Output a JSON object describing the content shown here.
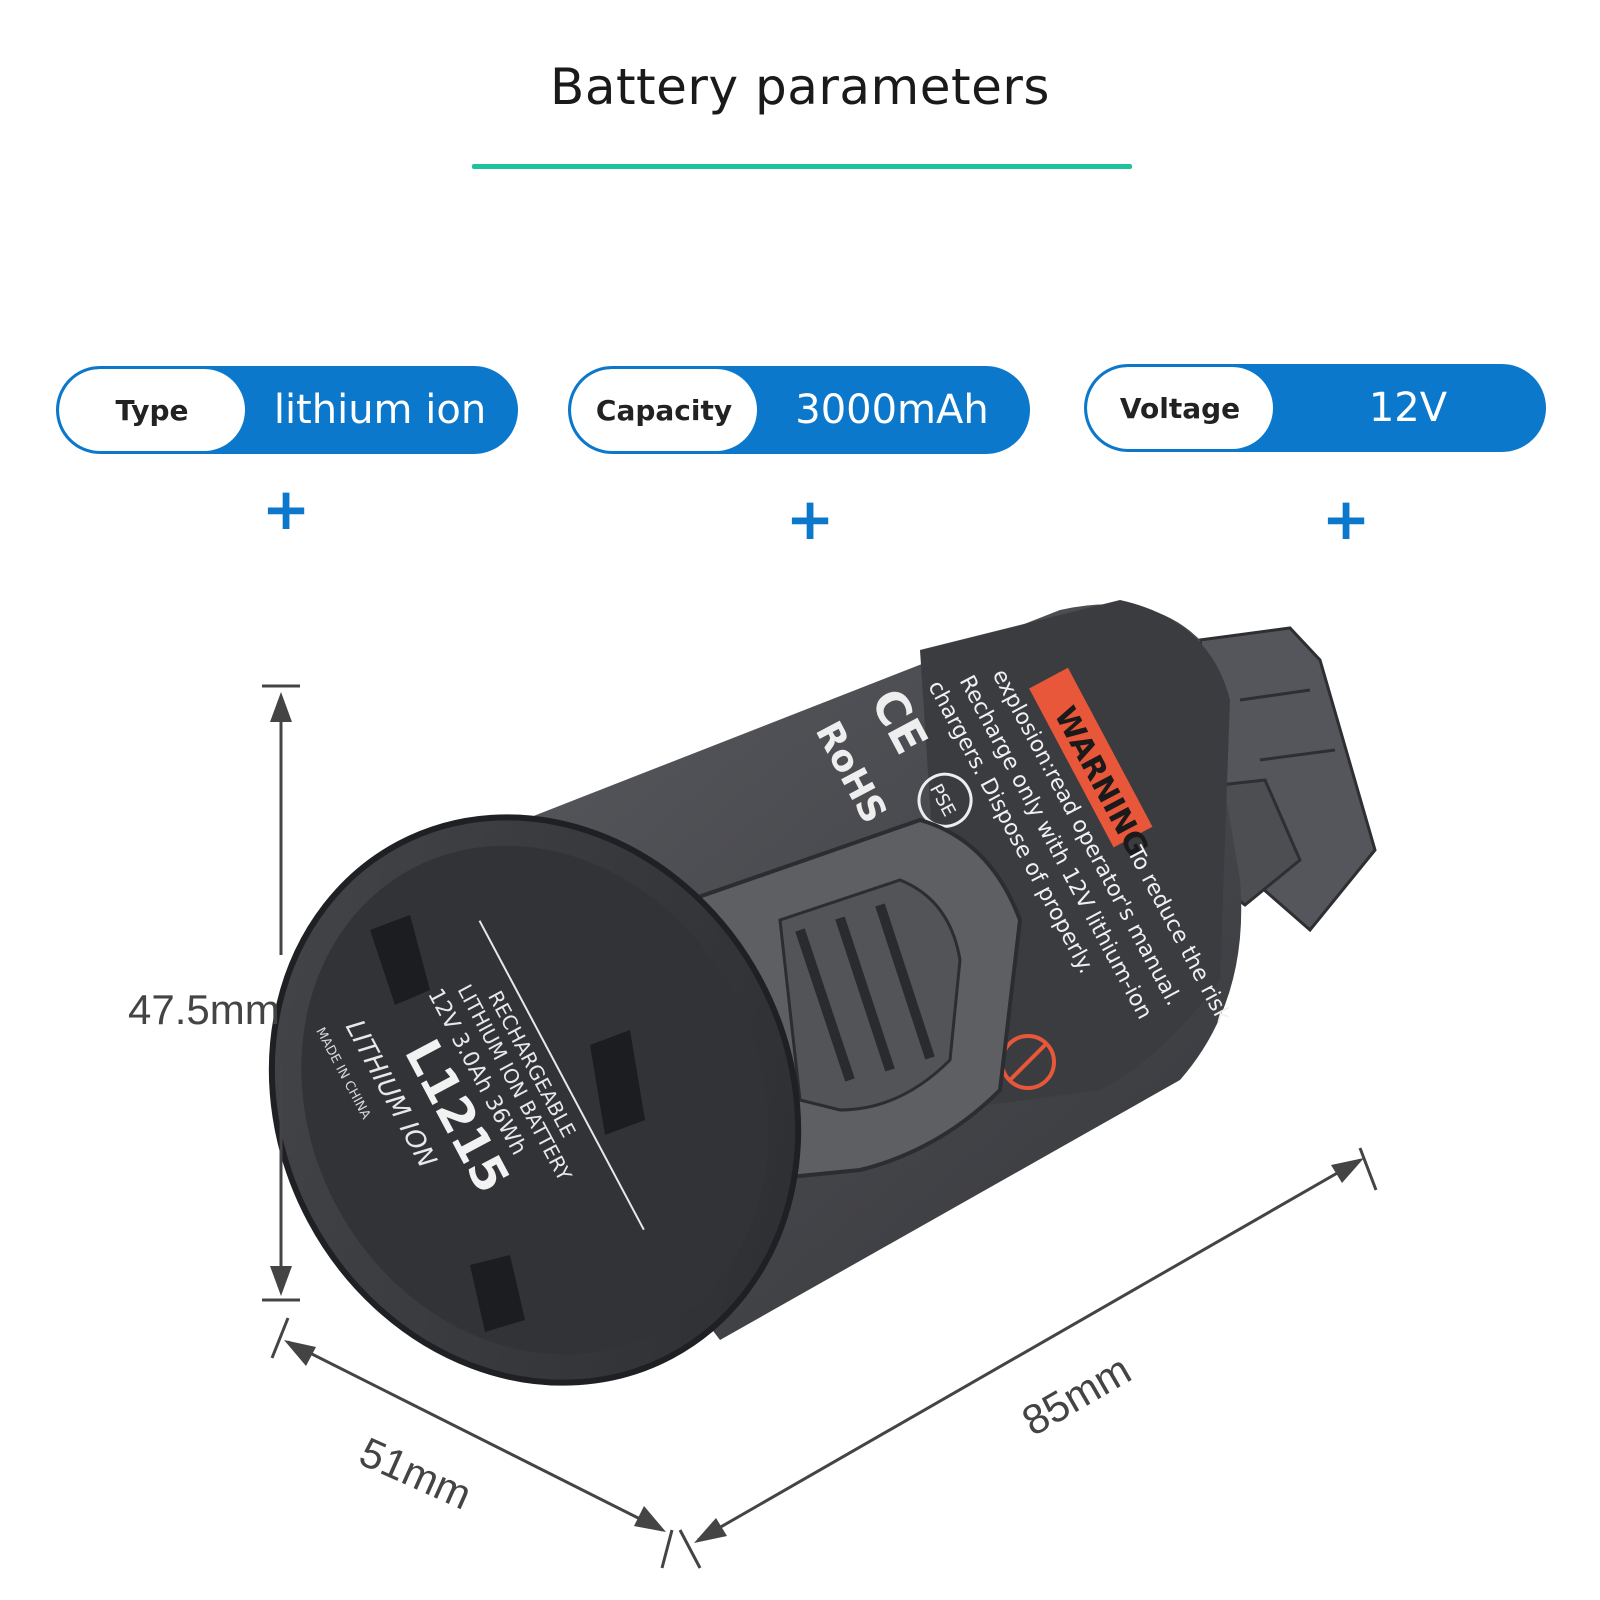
{
  "header": {
    "title": "Battery parameters",
    "accent_color": "#1fc29c"
  },
  "specs": [
    {
      "label": "Type",
      "value": "lithium ion"
    },
    {
      "label": "Capacity",
      "value": "3000mAh"
    },
    {
      "label": "Voltage",
      "value": "12V"
    }
  ],
  "plus_symbol": "+",
  "brand_color": "#0c78cc",
  "dimensions": {
    "height": "47.5mm",
    "width": "51mm",
    "length": "85mm"
  },
  "battery": {
    "end_cap_lines": [
      "RECHARGEABLE",
      "LITHIUM ION BATTERY",
      "12V 3.0Ah 36Wh",
      "L1215",
      "LITHIUM ION",
      "MADE IN CHINA"
    ],
    "warning_title": "WARNING",
    "warning_lines": [
      "To reduce the risk",
      "explosion:read operator's manual.",
      "Recharge only with 12V lithium-ion",
      "chargers. Dispose of properly."
    ],
    "marks": [
      "CE",
      "RoHS",
      "PSE"
    ],
    "body_color": "#4a4b4f"
  }
}
